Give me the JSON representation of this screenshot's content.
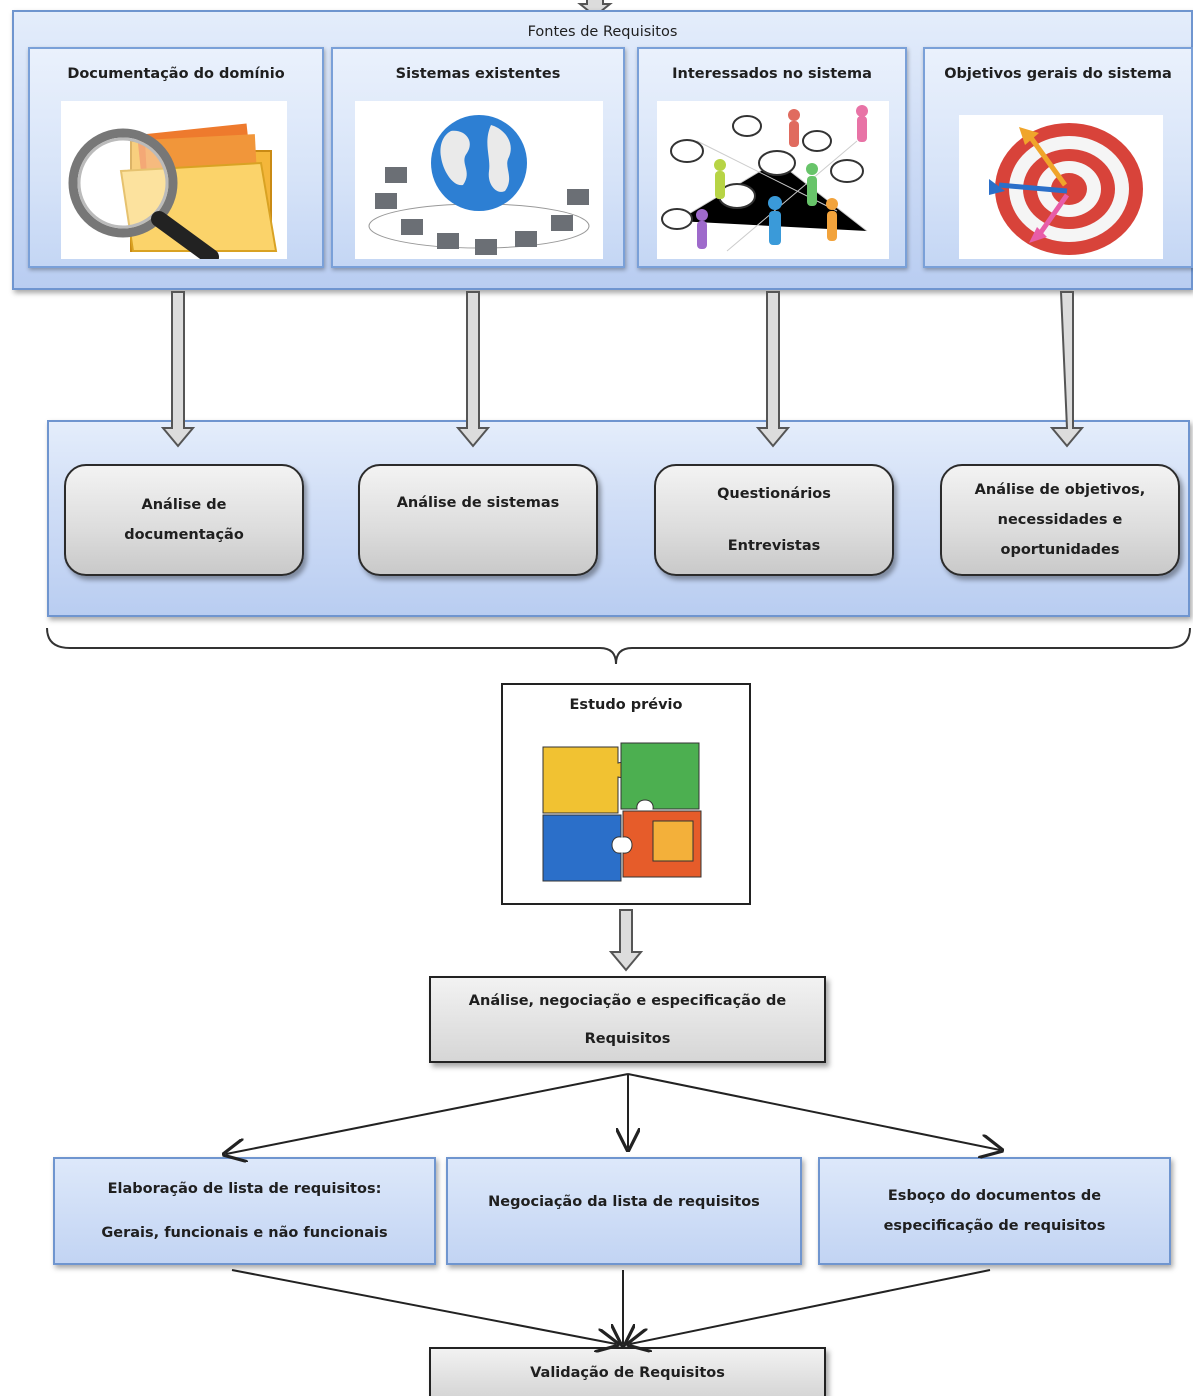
{
  "sources": {
    "title": "Fontes de Requisitos",
    "items": [
      {
        "label": "Documentação do domínio",
        "icon": "folder-magnifier-icon"
      },
      {
        "label": "Sistemas existentes",
        "icon": "globe-network-icon"
      },
      {
        "label": "Interessados no sistema",
        "icon": "people-speech-bubbles-icon"
      },
      {
        "label": "Objetivos gerais do sistema",
        "icon": "target-darts-icon"
      }
    ]
  },
  "techniques": [
    {
      "line1": "Análise de",
      "line2": "documentação"
    },
    {
      "line1": "Análise de sistemas",
      "line2": ""
    },
    {
      "line1": "Questionários",
      "line2": "Entrevistas"
    },
    {
      "line1": "Análise de objetivos,",
      "line2": "necessidades  e",
      "line3": "oportunidades"
    }
  ],
  "study": {
    "label": "Estudo prévio",
    "icon": "puzzle-pieces-icon"
  },
  "analysis": {
    "line1": "Análise, negociação  e especificação de",
    "line2": "Requisitos"
  },
  "outputs": [
    {
      "line1": "Elaboração de lista de requisitos:",
      "line2": "Gerais, funcionais e não  funcionais"
    },
    {
      "line1": "Negociação da lista de requisitos",
      "line2": ""
    },
    {
      "line1": "Esboço do documentos de",
      "line2": "especificação de requisitos"
    }
  ],
  "validation": {
    "label": "Validação de  Requisitos"
  }
}
